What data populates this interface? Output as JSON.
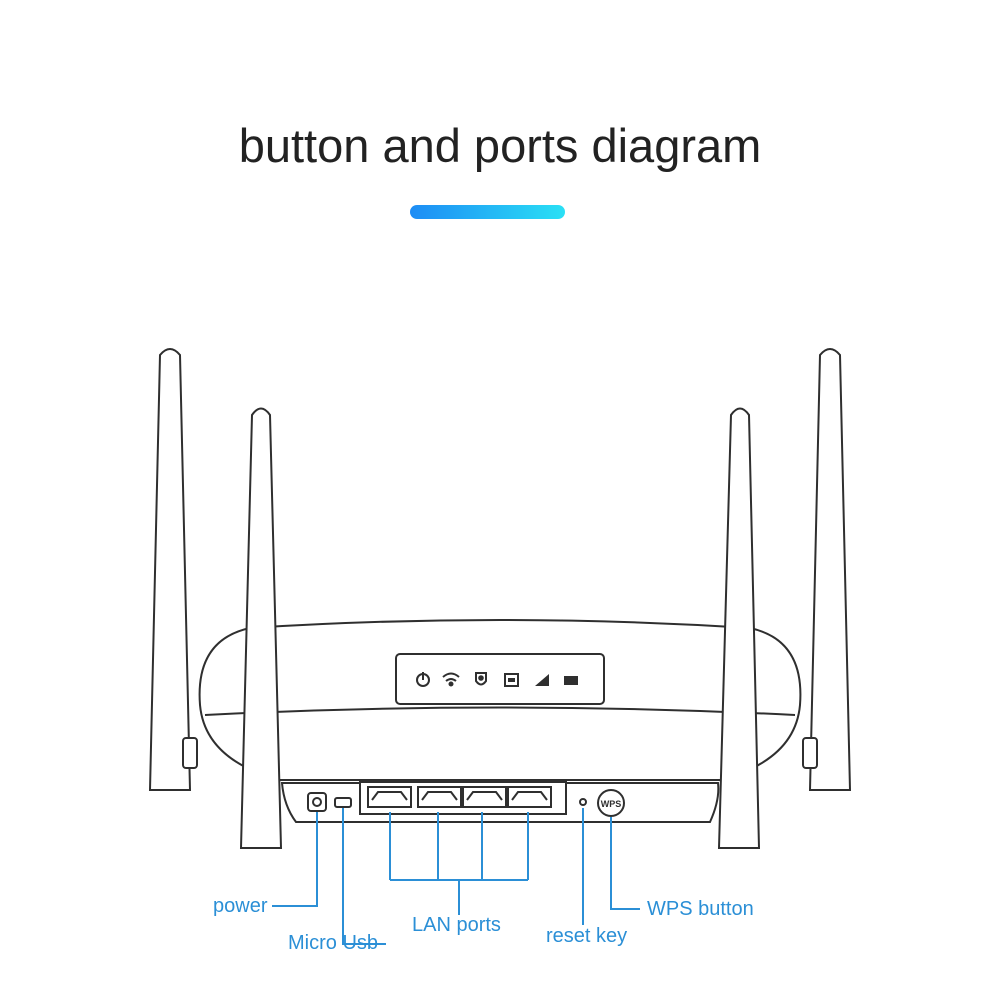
{
  "title": "button and ports diagram",
  "accent_color": "#2aa6f0",
  "labels": {
    "power": "power",
    "micro_usb": "Micro Usb",
    "lan_ports": "LAN ports",
    "reset_key": "reset key",
    "wps_button": "WPS button",
    "wps_badge": "WPS"
  },
  "status_icons": [
    "power-icon",
    "wifi-icon",
    "wps-shield-icon",
    "lan-icon",
    "signal-icon",
    "battery-icon"
  ]
}
